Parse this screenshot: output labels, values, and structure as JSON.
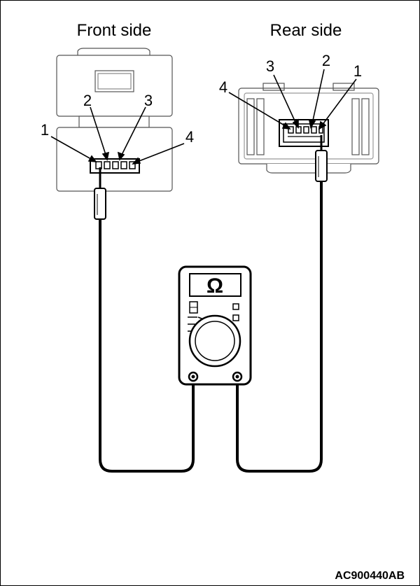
{
  "labels": {
    "front_side": "Front side",
    "rear_side": "Rear side",
    "figure_code": "AC900440AB"
  },
  "front_connector": {
    "pins": [
      "1",
      "2",
      "3",
      "4"
    ]
  },
  "rear_connector": {
    "pins": [
      "1",
      "2",
      "3",
      "4"
    ]
  },
  "meter": {
    "unit_symbol": "Ω"
  }
}
